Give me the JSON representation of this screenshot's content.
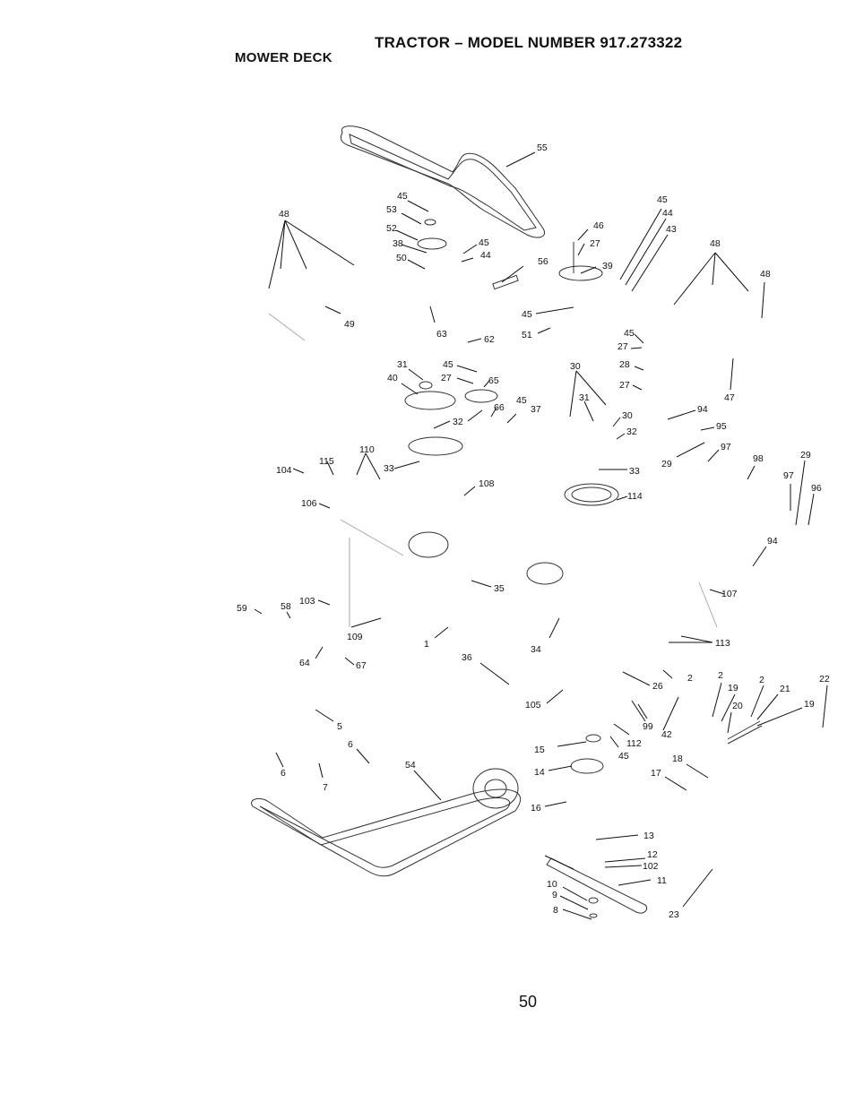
{
  "header": {
    "title": "TRACTOR – MODEL NUMBER 917.273322",
    "subtitle": "MOWER DECK"
  },
  "page_number": "50",
  "callouts": [
    "55",
    "45",
    "53",
    "52",
    "38",
    "50",
    "48",
    "45",
    "44",
    "46",
    "27",
    "56",
    "39",
    "45",
    "44",
    "43",
    "48",
    "48",
    "49",
    "63",
    "62",
    "45",
    "51",
    "45",
    "27",
    "28",
    "27",
    "31",
    "40",
    "45",
    "27",
    "65",
    "30",
    "31",
    "66",
    "45",
    "37",
    "32",
    "30",
    "32",
    "94",
    "95",
    "97",
    "29",
    "33",
    "33",
    "110",
    "115",
    "104",
    "106",
    "108",
    "114",
    "98",
    "29",
    "97",
    "96",
    "47",
    "94",
    "35",
    "107",
    "59",
    "58",
    "103",
    "109",
    "64",
    "67",
    "1",
    "34",
    "113",
    "36",
    "26",
    "2",
    "2",
    "19",
    "2",
    "21",
    "22",
    "20",
    "19",
    "105",
    "99",
    "42",
    "5",
    "15",
    "112",
    "45",
    "6",
    "6",
    "7",
    "54",
    "14",
    "18",
    "17",
    "16",
    "13",
    "12",
    "102",
    "11",
    "10",
    "9",
    "8",
    "23"
  ]
}
